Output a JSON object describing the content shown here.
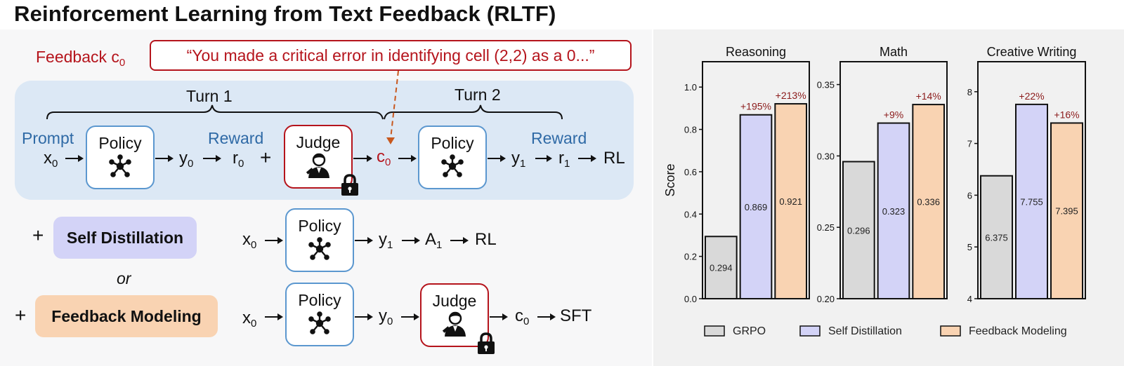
{
  "title": "Reinforcement Learning from Text Feedback (RLTF)",
  "diagram": {
    "feedback_label": "Feedback c",
    "feedback_label_sub": "0",
    "feedback_quote": "“You made a critical error in identifying cell (2,2) as a 0...”",
    "turn1_label": "Turn 1",
    "turn2_label": "Turn 2",
    "prompt_label": "Prompt",
    "reward_label": "Reward",
    "policy_label": "Policy",
    "judge_label": "Judge",
    "plus": "+",
    "or_label": "or",
    "main_flow": {
      "x0": "x",
      "x0_sub": "0",
      "y0": "y",
      "y0_sub": "0",
      "r0": "r",
      "r0_sub": "0",
      "c0": "c",
      "c0_sub": "0",
      "y1": "y",
      "y1_sub": "1",
      "r1": "r",
      "r1_sub": "1",
      "end": "RL"
    },
    "self_distillation": {
      "label": "Self Distillation",
      "color": "#d3d3f7",
      "x0": "x",
      "x0_sub": "0",
      "y1": "y",
      "y1_sub": "1",
      "a1": "A",
      "a1_sub": "1",
      "end": "RL"
    },
    "feedback_modeling": {
      "label": "Feedback Modeling",
      "color": "#f9d3b2",
      "x0": "x",
      "x0_sub": "0",
      "y0": "y",
      "y0_sub": "0",
      "c0": "c",
      "c0_sub": "0",
      "end": "SFT"
    },
    "colors": {
      "feedback_red": "#b5141c",
      "prompt_blue": "#2f6aa6",
      "policy_border": "#5b97cf",
      "turn_panel": "#dce8f5",
      "dashed_arrow": "#c8581e"
    }
  },
  "chart_data": [
    {
      "type": "bar",
      "title": "Reasoning",
      "ylabel": "Score",
      "categories": [
        "GRPO",
        "Self Distillation",
        "Feedback Modeling"
      ],
      "values": [
        0.294,
        0.869,
        0.921
      ],
      "value_labels": [
        "0.294",
        "0.869",
        "0.921"
      ],
      "annotations": [
        "",
        "+195%",
        "+213%"
      ],
      "ylim": [
        0,
        1.12
      ],
      "yticks": [
        0.0,
        0.2,
        0.4,
        0.6,
        0.8,
        1.0
      ],
      "ytick_labels": [
        "0.0",
        "0.2",
        "0.4",
        "0.6",
        "0.8",
        "1.0"
      ],
      "grid": false
    },
    {
      "type": "bar",
      "title": "Math",
      "ylabel": "",
      "categories": [
        "GRPO",
        "Self Distillation",
        "Feedback Modeling"
      ],
      "values": [
        0.296,
        0.323,
        0.336
      ],
      "value_labels": [
        "0.296",
        "0.323",
        "0.336"
      ],
      "annotations": [
        "",
        "+9%",
        "+14%"
      ],
      "ylim": [
        0.2,
        0.366
      ],
      "yticks": [
        0.2,
        0.25,
        0.3,
        0.35
      ],
      "ytick_labels": [
        "0.20",
        "0.25",
        "0.30",
        "0.35"
      ],
      "grid": false
    },
    {
      "type": "bar",
      "title": "Creative Writing",
      "ylabel": "",
      "categories": [
        "GRPO",
        "Self Distillation",
        "Feedback Modeling"
      ],
      "values": [
        6.375,
        7.755,
        7.395
      ],
      "value_labels": [
        "6.375",
        "7.755",
        "7.395"
      ],
      "annotations": [
        "",
        "+22%",
        "+16%"
      ],
      "ylim": [
        4,
        8.58
      ],
      "yticks": [
        4,
        5,
        6,
        7,
        8
      ],
      "ytick_labels": [
        "4",
        "5",
        "6",
        "7",
        "8"
      ],
      "grid": false
    }
  ],
  "legend": {
    "placement": "bottom",
    "items": [
      {
        "label": "GRPO",
        "color": "#d9d9d9"
      },
      {
        "label": "Self Distillation",
        "color": "#d3d3f7"
      },
      {
        "label": "Feedback Modeling",
        "color": "#f9d3b2"
      }
    ]
  },
  "annotation_color": "#8b1a1a"
}
